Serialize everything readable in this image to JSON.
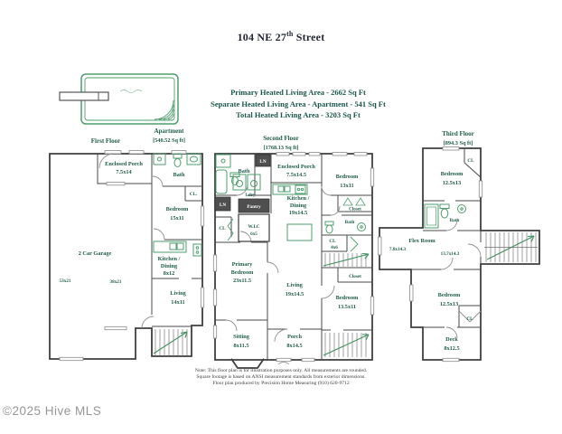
{
  "title": {
    "prefix": "104 NE 27",
    "sup": "th",
    "suffix": " Street"
  },
  "summary": {
    "primary": "Primary Heated Living Area - 2662 Sq Ft",
    "separate": "Separate Heated Living Area - Apartment - 541 Sq Ft",
    "total": "Total Heated Living Area - 3203 Sq Ft"
  },
  "first_floor": {
    "label": "First Floor",
    "apartment": {
      "line1": "Apartment",
      "line2": "[540.52 Sq ft]"
    },
    "rooms": {
      "enclosed_porch": {
        "l1": "Enclosed Porch",
        "l2": "7.5x14"
      },
      "bath": {
        "l1": "Bath"
      },
      "closet": {
        "l1": "CL."
      },
      "bedroom": {
        "l1": "Bedroom",
        "l2": "15x11"
      },
      "garage": {
        "l1": "2 Car Garage",
        "dim_left": "53x21",
        "dim_right": "38x21"
      },
      "kitchen": {
        "l1": "Kitchen /",
        "l2": "Dining",
        "l3": "8x12"
      },
      "living": {
        "l1": "Living",
        "l2": "14x11"
      }
    }
  },
  "second_floor": {
    "label": "Second Floor",
    "sqft": "[1768.13 Sq ft]",
    "rooms": {
      "bath_top": {
        "l1": "Bath"
      },
      "linen_top": {
        "l1": "LN"
      },
      "enclosed_porch": {
        "l1": "Enclosed Porch",
        "l2": "7.5x14.5"
      },
      "bedroom_top": {
        "l1": "Bedroom",
        "l2": "13x11"
      },
      "laundry": {
        "l1": "Ldry"
      },
      "kitchen": {
        "l1": "Kitchen /",
        "l2": "Dining",
        "l3": "19x14.5"
      },
      "pantry": {
        "l1": "Pantry"
      },
      "linen_left": {
        "l1": "LN"
      },
      "closet_left": {
        "l1": "CL"
      },
      "wic": {
        "l1": "W.I.C",
        "l2": "6x5"
      },
      "closet_top_right": {
        "l1": "Closet"
      },
      "bath_right": {
        "l1": "Bath"
      },
      "cl_46": {
        "l1": "CL",
        "l2": "4x6"
      },
      "closet_right": {
        "l1": "Closet"
      },
      "primary": {
        "l1": "Primary",
        "l2": "Bedroom",
        "l3": "23x11.5"
      },
      "living": {
        "l1": "Living",
        "l2": "19x14.5"
      },
      "bedroom_right": {
        "l1": "Bedroom",
        "l2": "13.5x11"
      },
      "sitting": {
        "l1": "Sitting",
        "l2": "8x11.5"
      },
      "porch": {
        "l1": "Porch",
        "l2": "8x14.5"
      }
    }
  },
  "third_floor": {
    "label": "Third Floor",
    "sqft": "[894.3 Sq ft]",
    "rooms": {
      "bedroom_top": {
        "l1": "Bedroom",
        "l2": "12.5x13"
      },
      "cl_top": {
        "l1": "CL"
      },
      "bath": {
        "l1": "Bath"
      },
      "flex": {
        "l1": "Flex Room",
        "dim_left": "7.8x14.3",
        "dim_center": "13.7x14.3"
      },
      "bedroom_bottom": {
        "l1": "Bedroom",
        "l2": "12.5x13"
      },
      "cl_bottom": {
        "l1": "CL"
      },
      "deck": {
        "l1": "Deck",
        "l2": "8x12.5"
      }
    }
  },
  "disclaimer": {
    "line1": "Note: This floor plan is for illustration purposes only. All measurements are rounded.",
    "line2": "Square footage is based on ANSI measurement standards from exterior dimensions.",
    "line3": "Floor plan produced by Precision Home Measuring (910) 620-9712"
  },
  "watermark": "©2025 Hive MLS",
  "colors": {
    "plan_text": "#215c4c",
    "fixture_green": "#4f9e6e",
    "walls": "#3f3f3f",
    "watermark_gray": "#969696"
  }
}
